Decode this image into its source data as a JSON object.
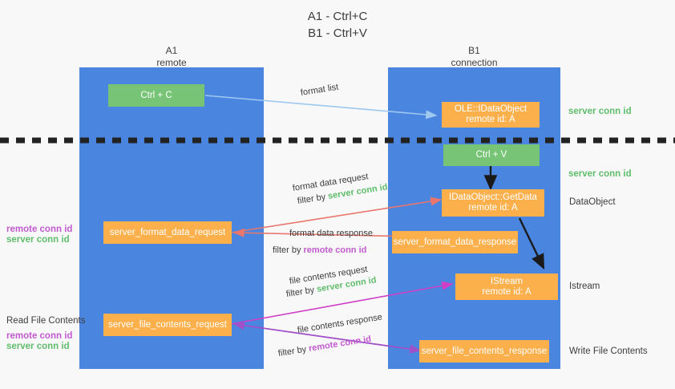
{
  "title": {
    "line1": "A1 - Ctrl+C",
    "line2": "B1 - Ctrl+V"
  },
  "columns": [
    {
      "id": "a1",
      "name": "A1",
      "sub": "remote",
      "color": "#4a86e0"
    },
    {
      "id": "b1",
      "name": "B1",
      "sub": "connection",
      "color": "#4a86e0"
    }
  ],
  "colors": {
    "lane": "#4a86e0",
    "green_box": "#77c476",
    "orange_box": "#fcb04c",
    "server_conn": "#5fbd6b",
    "remote_conn": "#c25ad0",
    "arrow_blue": "#9ec8ef",
    "arrow_red": "#e8766c",
    "arrow_magenta": "#cf3fc6",
    "arrow_purple": "#a050c8",
    "arrow_black": "#1a1a1a",
    "divider": "#222222"
  },
  "boxes": {
    "ctrl_c": "Ctrl + C",
    "ctrl_v": "Ctrl + V",
    "ole_idataobject_l1": "OLE::IDataObject",
    "ole_idataobject_l2": "remote id: A",
    "getdata_l1": "IDataObject::GetData",
    "getdata_l2": "remote id: A",
    "istream_l1": "IStream",
    "istream_l2": "remote id: A",
    "server_format_data_request": "server_format_data_request",
    "server_format_data_response": "server_format_data_response",
    "server_file_contents_request": "server_file_contents_request",
    "server_file_contents_response": "server_file_contents_response"
  },
  "right_labels": {
    "server_conn_id_top": "server conn id",
    "server_conn_id_mid": "server conn id",
    "data_object": "DataObject",
    "istream": "Istream",
    "write_file_contents": "Write File Contents"
  },
  "left_labels": {
    "remote_conn_id_1": "remote conn id",
    "server_conn_id_1": "server conn id",
    "read_file_contents": "Read File Contents",
    "remote_conn_id_2": "remote conn id",
    "server_conn_id_2": "server conn id"
  },
  "annotations": {
    "format_list": "format list",
    "format_data_request": "format data request",
    "format_data_request_filter_prefix": "filter by ",
    "format_data_request_filter_value": "server conn id",
    "format_data_response": "format data response",
    "format_data_response_filter_prefix": "filter by ",
    "format_data_response_filter_value": "remote conn id",
    "file_contents_request": "file contents request",
    "file_contents_request_filter_prefix": "filter by ",
    "file_contents_request_filter_value": "server conn id",
    "file_contents_response": "file contents response",
    "file_contents_response_filter_prefix": "filter by ",
    "file_contents_response_filter_value": "remote conn id"
  }
}
